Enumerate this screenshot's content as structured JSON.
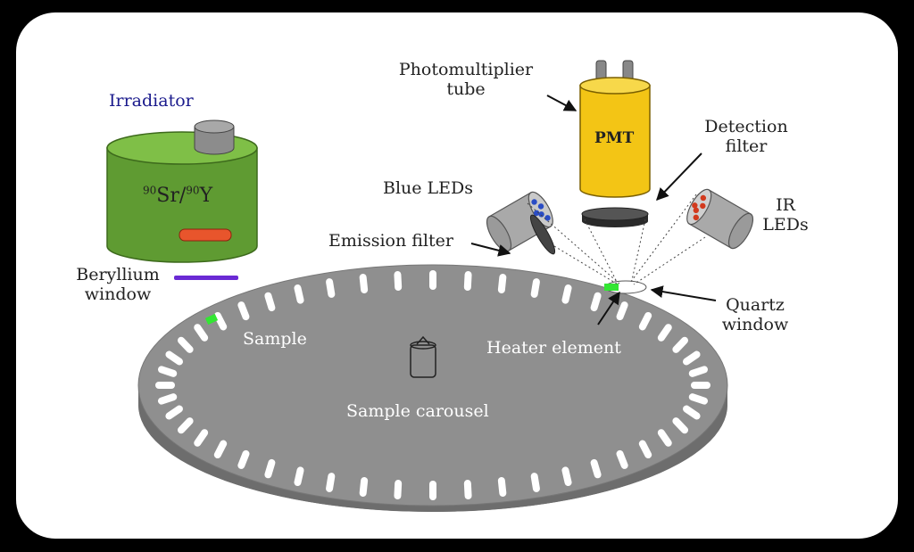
{
  "labels": {
    "irradiator": "Irradiator",
    "source_mass1": "90",
    "source_el1": "Sr/",
    "source_mass2": "90",
    "source_el2": "Y",
    "beryllium_1": "Beryllium",
    "beryllium_2": "window",
    "sample": "Sample",
    "sample_carousel": "Sample carousel",
    "heater_element": "Heater element",
    "emission_filter": "Emission filter",
    "blue_leds": "Blue LEDs",
    "pmt_1": "Photomultiplier",
    "pmt_2": "tube",
    "pmt": "PMT",
    "detection_filter_1": "Detection",
    "detection_filter_2": "filter",
    "ir_leds_1": "IR",
    "ir_leds_2": "LEDs",
    "quartz_1": "Quartz",
    "quartz_2": "window"
  },
  "colors": {
    "irradiator_body": "#5f9b32",
    "pmt_body": "#f3c515",
    "carousel": "#8c8c8c",
    "blue_led": "#2a4cc4",
    "ir_led": "#d23a1e",
    "sample_green": "#33e633",
    "beryllium": "#6a2ad4",
    "shutter": "#e8552c"
  }
}
